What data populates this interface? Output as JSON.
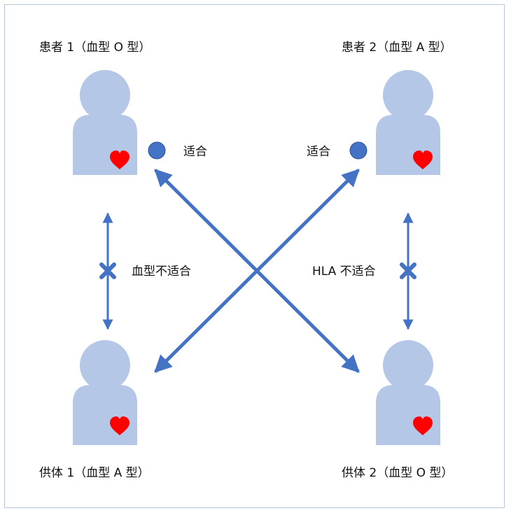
{
  "patient1": {
    "label": "患者 1（血型 O 型）"
  },
  "patient2": {
    "label": "患者 2（血型 A 型）"
  },
  "donor1": {
    "label": "供体 1（血型 A 型）"
  },
  "donor2": {
    "label": "供体 2（血型 O 型）"
  },
  "links": {
    "match_left": "适合",
    "match_right": "适合",
    "incompat_left": "血型不适合",
    "incompat_right": "HLA 不适合"
  },
  "colors": {
    "person": "#b4c7e7",
    "arrow": "#4472c4",
    "heart": "#ff0000",
    "dot": "#4472c4",
    "frame": "#b8c4d8"
  }
}
